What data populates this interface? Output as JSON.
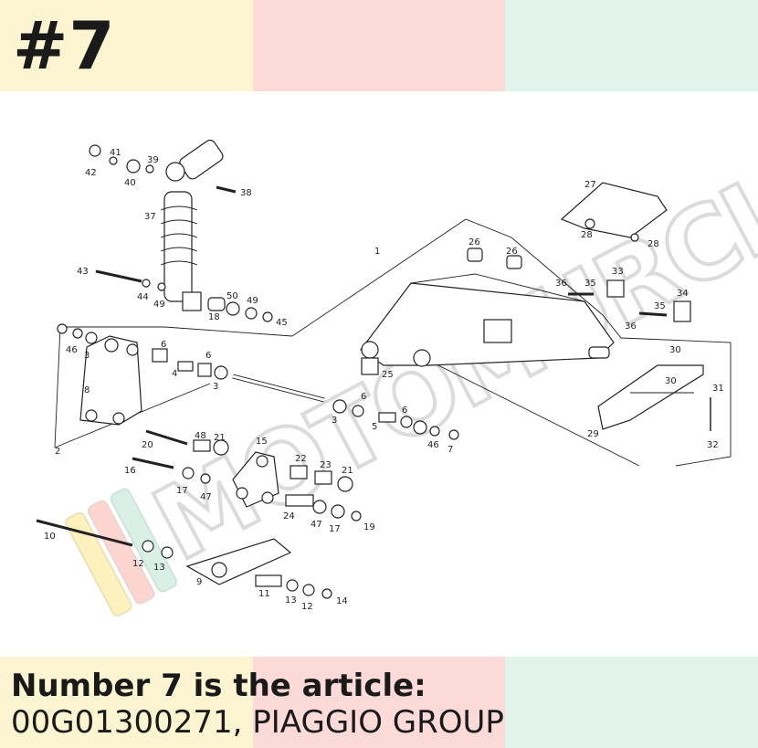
{
  "header": {
    "badge": "#7"
  },
  "footer": {
    "line1": "Number 7 is the article:",
    "line2": "00G01300271, PIAGGIO GROUP"
  },
  "watermark": {
    "text": "MOTOMURCIA",
    "colors": [
      "#fdf1b8",
      "#fcd0cc",
      "#d6efe4"
    ]
  },
  "diagram": {
    "labels": [
      "1",
      "2",
      "3",
      "3",
      "3",
      "4",
      "5",
      "6",
      "6",
      "6",
      "6",
      "7",
      "8",
      "9",
      "10",
      "11",
      "12",
      "12",
      "13",
      "13",
      "14",
      "15",
      "16",
      "17",
      "17",
      "18",
      "19",
      "20",
      "21",
      "21",
      "22",
      "23",
      "24",
      "25",
      "26",
      "26",
      "27",
      "28",
      "28",
      "29",
      "30",
      "30",
      "31",
      "32",
      "33",
      "34",
      "35",
      "35",
      "36",
      "36",
      "37",
      "38",
      "39",
      "40",
      "41",
      "42",
      "43",
      "44",
      "45",
      "46",
      "46",
      "47",
      "47",
      "48",
      "49",
      "49",
      "50"
    ]
  },
  "colors": {
    "band_yellow": "#fdf5d1",
    "band_pink": "#fcdad8",
    "band_green": "#e2f3ec",
    "ink": "#1a1a1a"
  }
}
